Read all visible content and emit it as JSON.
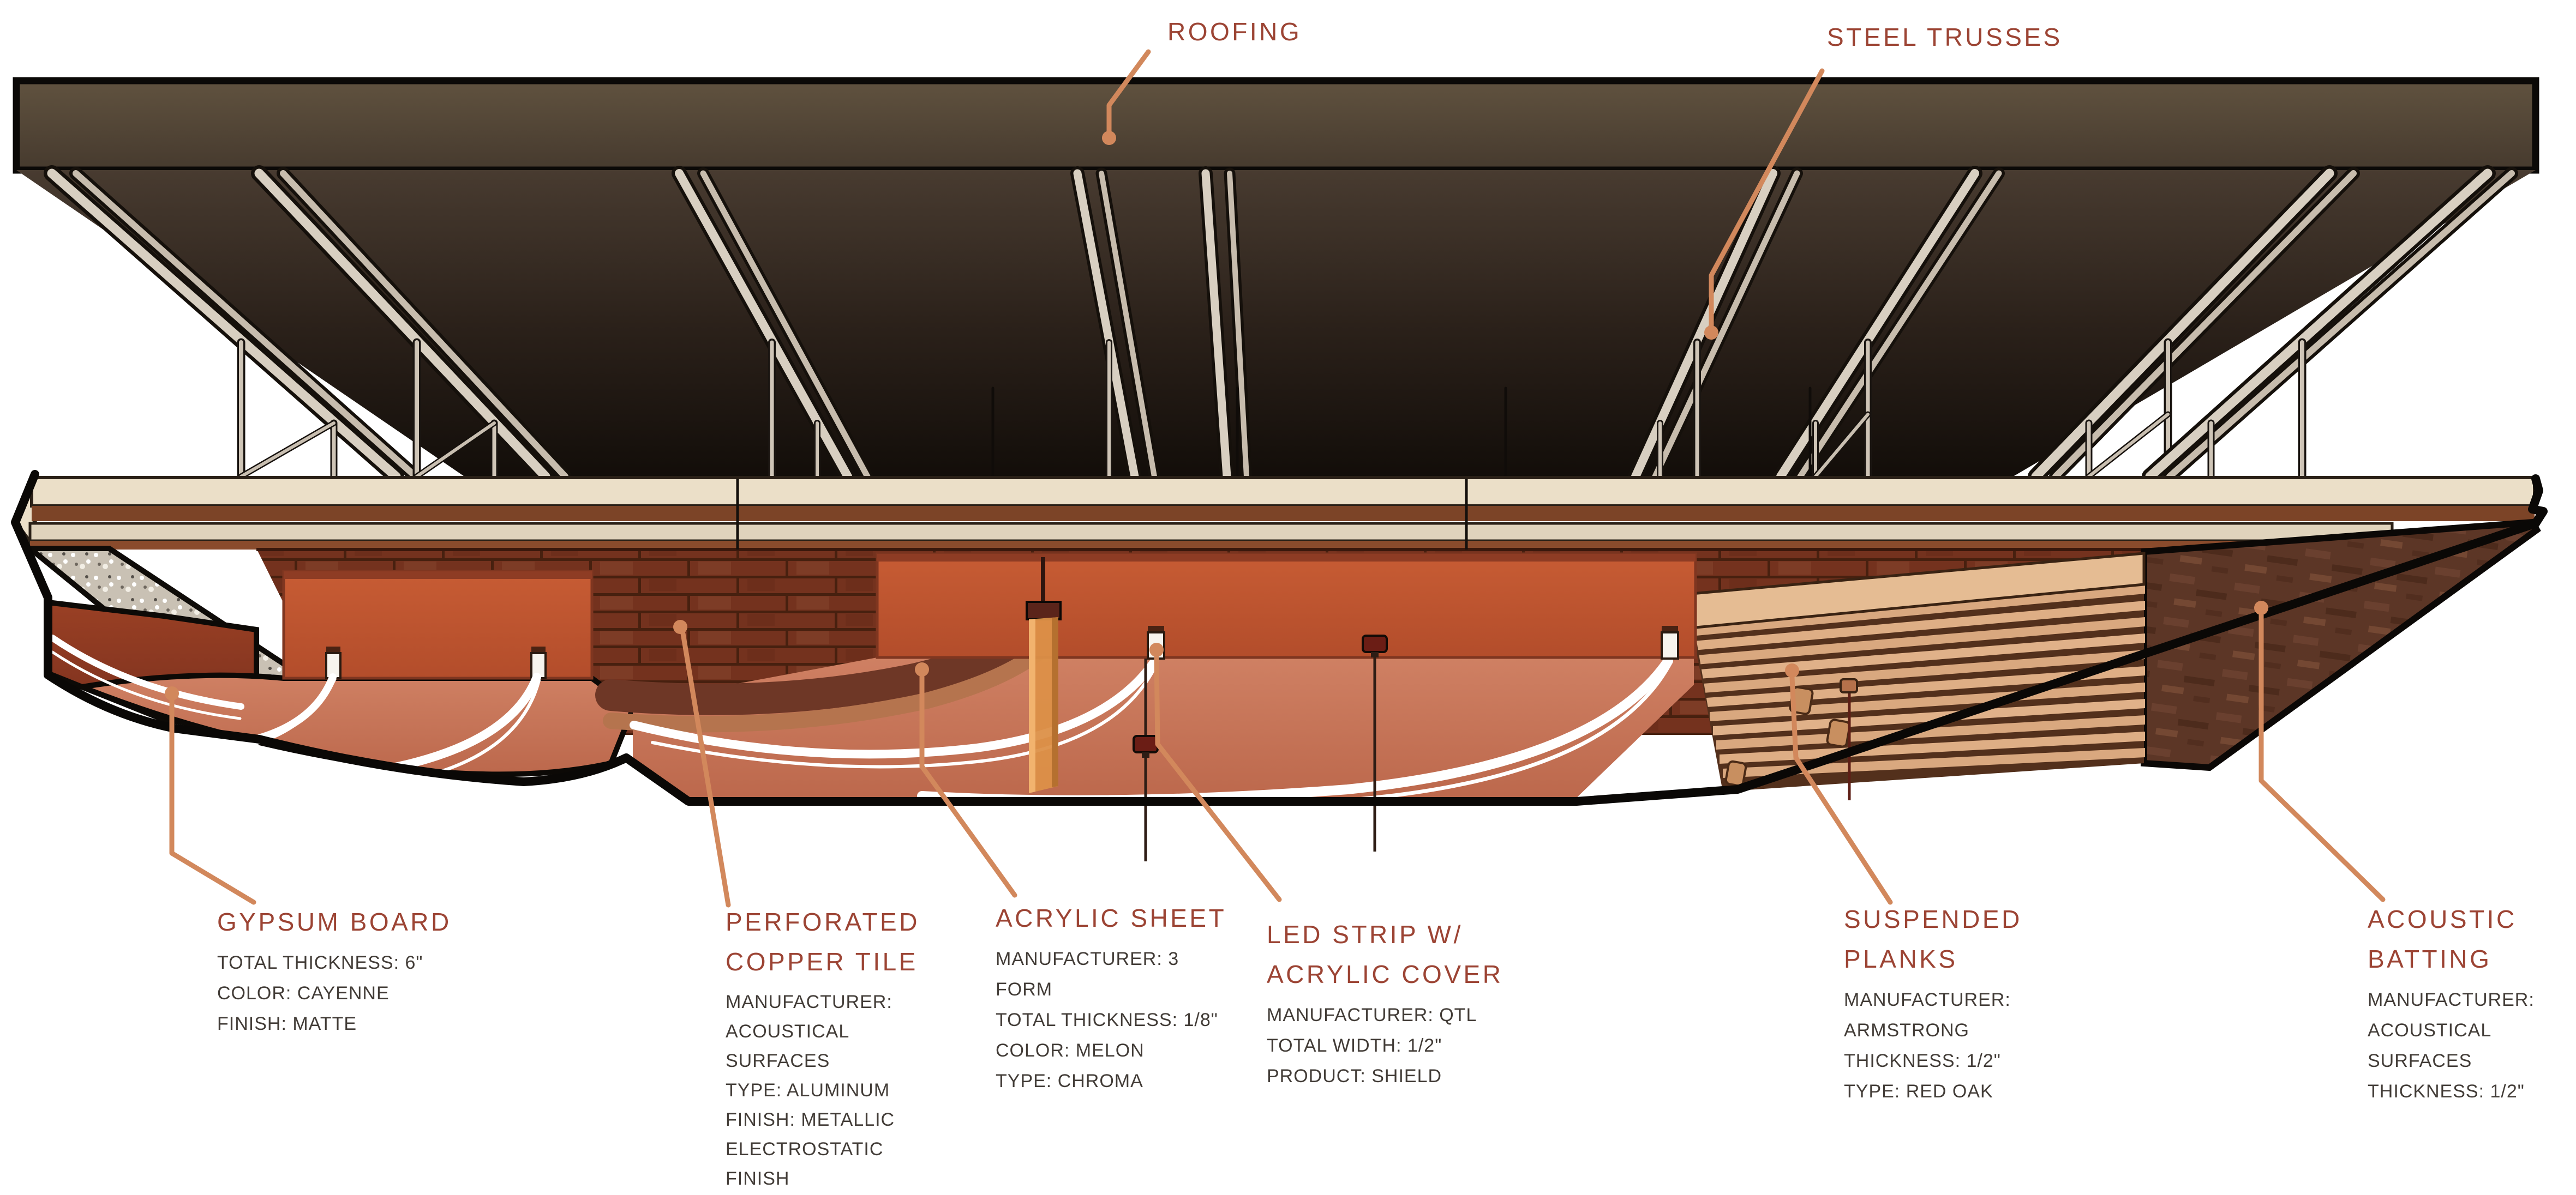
{
  "figure": {
    "type": "architectural ceiling assembly cutaway diagram",
    "background": "#FFFFFF"
  },
  "palette": {
    "leader_accent": "#D2885C",
    "title_color": "#9C4434",
    "detail_color": "#423C37",
    "roof_fascia": "#57493C",
    "roof_underside_dark": "#140F0A",
    "truss_steel": "#D8CFC1",
    "deck_cream": "#E9DCC3",
    "copper_brick": "#76331F",
    "copper_panel_orange": "#C4582F",
    "soffit_salmon": "#C97A5E",
    "gypsum_maroon": "#8E3A22",
    "acrylic_orange": "#DC9048",
    "plank_wood": "#D9A87F",
    "batting_brown": "#5C3626",
    "led_white": "#FFFFFF"
  },
  "callouts": {
    "roofing": {
      "title": "ROOFING"
    },
    "steel_trusses": {
      "title": "STEEL TRUSSES"
    },
    "gypsum_board": {
      "title_lines": [
        "GYPSUM BOARD"
      ],
      "details": [
        "TOTAL THICKNESS: 6\"",
        "COLOR: CAYENNE",
        "FINISH: MATTE"
      ]
    },
    "perforated_copper_tile": {
      "title_lines": [
        "PERFORATED",
        "COPPER TILE"
      ],
      "details": [
        "MANUFACTURER:",
        "ACOUSTICAL",
        "SURFACES",
        "TYPE: ALUMINUM",
        "FINISH: METALLIC",
        "ELECTROSTATIC",
        "FINISH"
      ]
    },
    "acrylic_sheet": {
      "title_lines": [
        "ACRYLIC SHEET"
      ],
      "details": [
        "MANUFACTURER: 3",
        "FORM",
        "TOTAL THICKNESS: 1/8\"",
        "COLOR: MELON",
        "TYPE: CHROMA"
      ]
    },
    "led_strip": {
      "title_lines": [
        "LED STRIP W/",
        "ACRYLIC COVER"
      ],
      "details": [
        "MANUFACTURER: QTL",
        "TOTAL WIDTH: 1/2\"",
        "PRODUCT: SHIELD"
      ]
    },
    "suspended_planks": {
      "title_lines": [
        "SUSPENDED",
        "PLANKS"
      ],
      "details": [
        "MANUFACTURER:",
        "ARMSTRONG",
        "THICKNESS: 1/2\"",
        "TYPE: RED OAK"
      ]
    },
    "acoustic_batting": {
      "title_lines": [
        "ACOUSTIC",
        "BATTING"
      ],
      "details": [
        "MANUFACTURER:",
        "ACOUSTICAL",
        "SURFACES",
        "THICKNESS: 1/2\""
      ]
    }
  }
}
